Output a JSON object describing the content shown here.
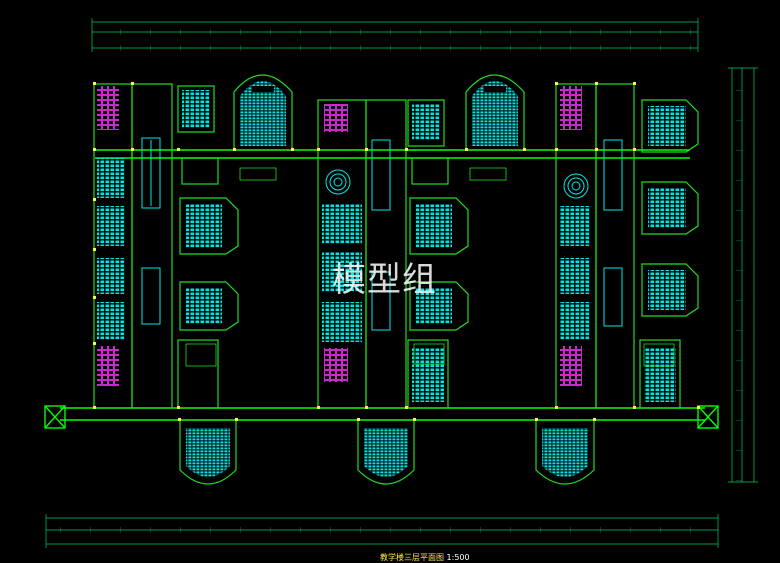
{
  "drawing": {
    "title_cn": "教学楼三层平面图",
    "title_scale": "1:500",
    "watermark": "模型组"
  },
  "colors": {
    "background": "#000000",
    "wall": "#00ff00",
    "wall_alt": "#22dd22",
    "seating": "#00e6e6",
    "dimension": "#00cc66",
    "column": "#ffff33",
    "restroom": "#ff33ff",
    "label": "#ffffff",
    "caption": "#ffe94d"
  }
}
